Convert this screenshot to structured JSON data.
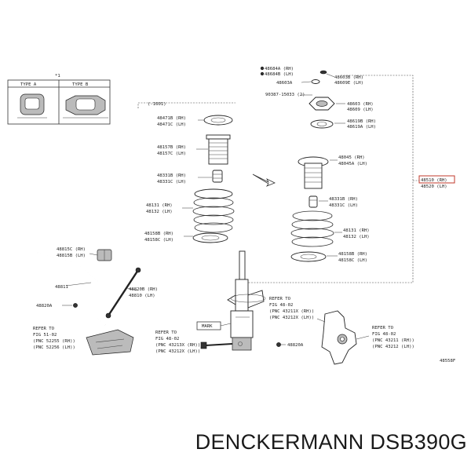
{
  "brand_caption": "DENCKERMANN DSB390G",
  "inset": {
    "header": "*1",
    "type_a": "TYPE A",
    "type_b": "TYPE B"
  },
  "dash_marker": "(-1601)",
  "labels": {
    "l48684a": "48684A (RH)",
    "l48684b": "48684B (LH)",
    "l48603a": "48603A",
    "l48603b": "48603B (RH)",
    "l48609e": "48609E (LH)",
    "l90387": "90387-15033 (2)",
    "l48603_rh": "48603 (RH)",
    "l48609_lh": "48609 (LH)",
    "l48619b": "48619B (RH)",
    "l48619a": "48619A (LH)",
    "l48471b": "48471B (RH)",
    "l48471c": "48471C (LH)",
    "l48157b": "48157B (RH)",
    "l48157c": "48157C (LH)",
    "l48331b_l": "48331B (RH)",
    "l48331c_l": "48331C (LH)",
    "l48131_l": "48131 (RH)",
    "l48132_l": "48132 (LH)",
    "l48158b_l": "48158B (RH)",
    "l48158c_l": "48158C (LH)",
    "l48045": "48045 (RH)",
    "l48045a": "48045A (LH)",
    "l48510": "48510 (RH)",
    "l48520": "48520 (LH)",
    "l48331b_r": "48331B (RH)",
    "l48331c_r": "48331C (LH)",
    "l48131_r": "48131 (RH)",
    "l48132_r": "48132 (LH)",
    "l48158b_r": "48158B (RH)",
    "l48158c_r": "48158C (LH)",
    "l48815c": "48815C (RH)",
    "l48815b": "48815B (LH)",
    "l48811": "48811",
    "l48820b": "48820B (RH)",
    "l48810": "48810 (LH)",
    "l48820a_l": "48820A",
    "l48820a_r": "48820A",
    "mark": "MARK",
    "ref_center_1": "REFER TO",
    "ref_center_2": "FIG 48-02",
    "ref_center_3": "(PNC 43211X (RH))",
    "ref_center_4": "(PNC 43212X (LH))",
    "ref_left_1": "REFER TO",
    "ref_left_2": "FIG 51-02",
    "ref_left_3": "(PNC 52255 (RH))",
    "ref_left_4": "(PNC 52256 (LH))",
    "ref_mid_1": "REFER TO",
    "ref_mid_2": "FIG 48-02",
    "ref_mid_3": "(PNC 43213X (RH))",
    "ref_mid_4": "(PNC 43212X (LH))",
    "ref_right_1": "REFER TO",
    "ref_right_2": "FIG 48-02",
    "ref_right_3": "(PNC 43211 (RH))",
    "ref_right_4": "(PNC 43212 (LH))",
    "code": "48558F"
  }
}
